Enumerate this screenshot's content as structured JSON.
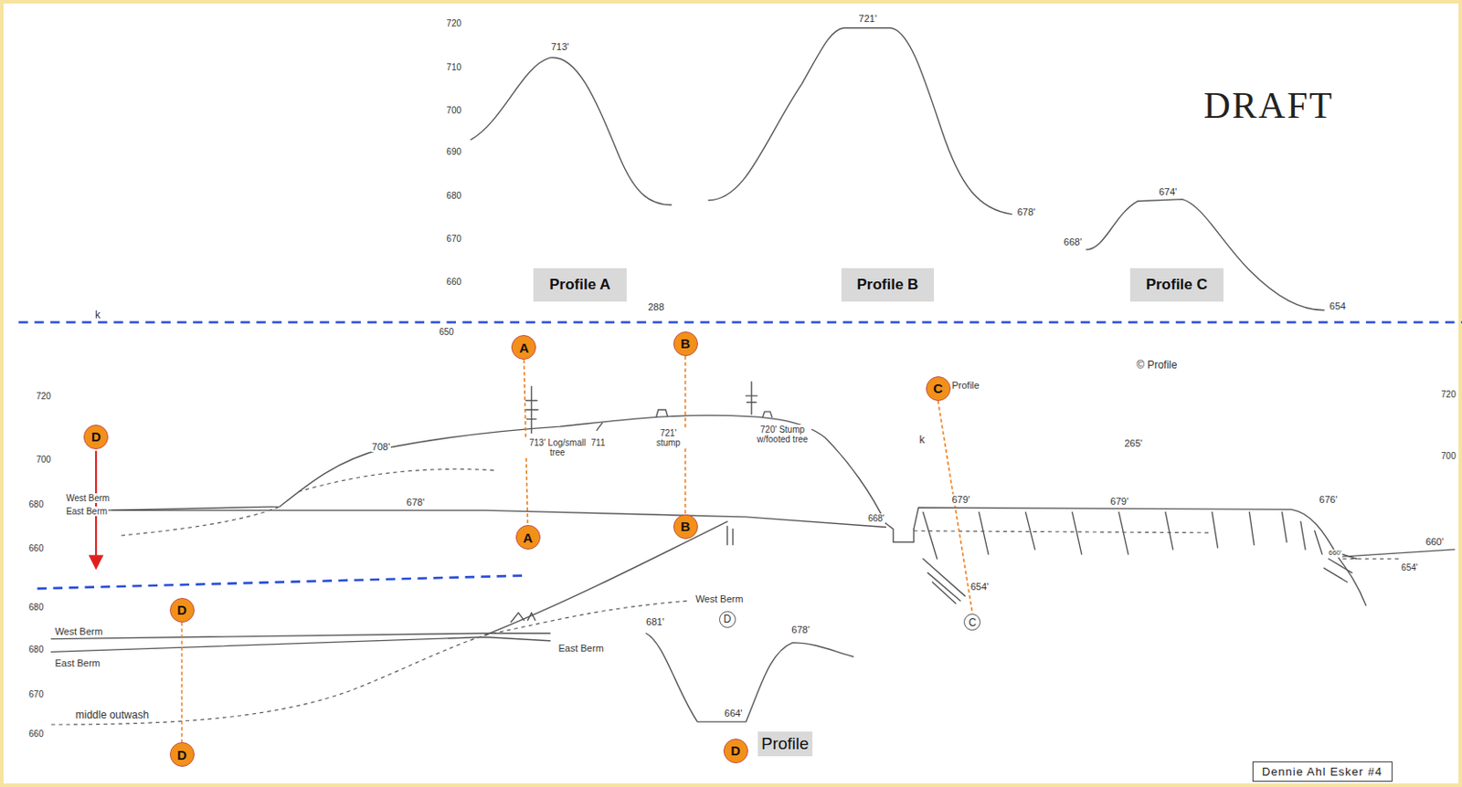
{
  "diagram": {
    "nodes": [
      {
        "text": [
          "Profile A"
        ]
      },
      {
        "text": [
          "Profile B"
        ]
      },
      {
        "text": [
          "Profile C"
        ]
      },
      {
        "text": [
          "A"
        ]
      },
      {
        "text": [
          "B"
        ]
      },
      {
        "text": [
          "C"
        ]
      },
      {
        "text": [
          "D"
        ]
      },
      {
        "text": [
          "A"
        ]
      },
      {
        "text": [
          "B"
        ]
      },
      {
        "text": [
          "C"
        ]
      },
      {
        "text": [
          "D"
        ]
      },
      {
        "text": [
          "D"
        ]
      },
      {
        "text": [
          "D"
        ]
      },
      {
        "text": [
          "D"
        ]
      },
      {
        "text": [
          "Profile"
        ]
      },
      {
        "text": [
          "Dennie Ahl Esker #4"
        ]
      }
    ],
    "edges": [
      {
        "from": 3,
        "to": 7,
        "arrow": "none"
      },
      {
        "from": 4,
        "to": 8,
        "arrow": "none"
      },
      {
        "from": 5,
        "to": 9,
        "arrow": "none"
      },
      {
        "from": 11,
        "to": 12,
        "arrow": "none"
      }
    ],
    "labels": [
      "DRAFT",
      "720",
      "710",
      "700",
      "690",
      "680",
      "670",
      "660",
      "650",
      "713'",
      "721'",
      "678'",
      "674'",
      "668'",
      "654",
      "288",
      "k",
      "720",
      "700",
      "680",
      "660",
      "West Berm",
      "East Berm",
      "708'",
      "713' Log/small tree",
      "711",
      "721' stump",
      "720' Stump w/footed tree",
      "678'",
      "668'",
      "Profile",
      "© Profile",
      "k",
      "265'",
      "679'",
      "679'",
      "676'",
      "660'",
      "654'",
      "660'",
      "654'",
      "720",
      "700",
      "680",
      "680",
      "670",
      "660",
      "West Berm",
      "East Berm",
      "West Berm",
      "East Berm",
      "middle outwash",
      "681'",
      "678'",
      "664'"
    ]
  }
}
